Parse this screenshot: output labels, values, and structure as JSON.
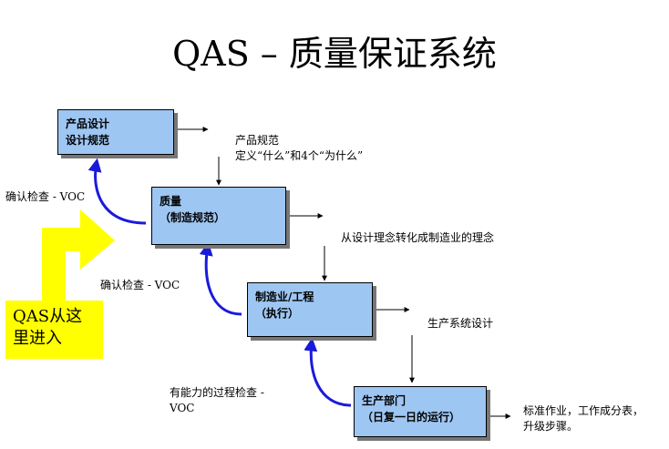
{
  "title": "QAS – 质量保证系统",
  "boxes": {
    "product_design": {
      "line1": "产品设计",
      "line2": "设计规范"
    },
    "quality": {
      "line1": "质量",
      "line2": "（制造规范）"
    },
    "manufacturing": {
      "line1": "制造业/工程",
      "line2": "（执行）"
    },
    "production": {
      "line1": "生产部门",
      "line2": "（日复一日的运行）"
    }
  },
  "labels": {
    "product_spec": {
      "line1": "产品规范",
      "line2": "定义“什么”和4个“为什么”"
    },
    "design_to_mfg": "从设计理念转化成制造业的理念",
    "production_system": "生产系统设计",
    "standard_work": {
      "line1": "标准作业，工作成分表，",
      "line2": "升级步骤。"
    },
    "confirm_check_1": "确认检查 - VOC",
    "confirm_check_2": "确认检查 - VOC",
    "capable_process": {
      "line1": "有能力的过程检查 -",
      "line2": "VOC"
    }
  },
  "entry": {
    "line1": "QAS从这",
    "line2": "里进入"
  },
  "colors": {
    "box_fill": "#9ec6f2",
    "feedback_arrow": "#1a1adc",
    "entry_fill": "#ffff00"
  }
}
